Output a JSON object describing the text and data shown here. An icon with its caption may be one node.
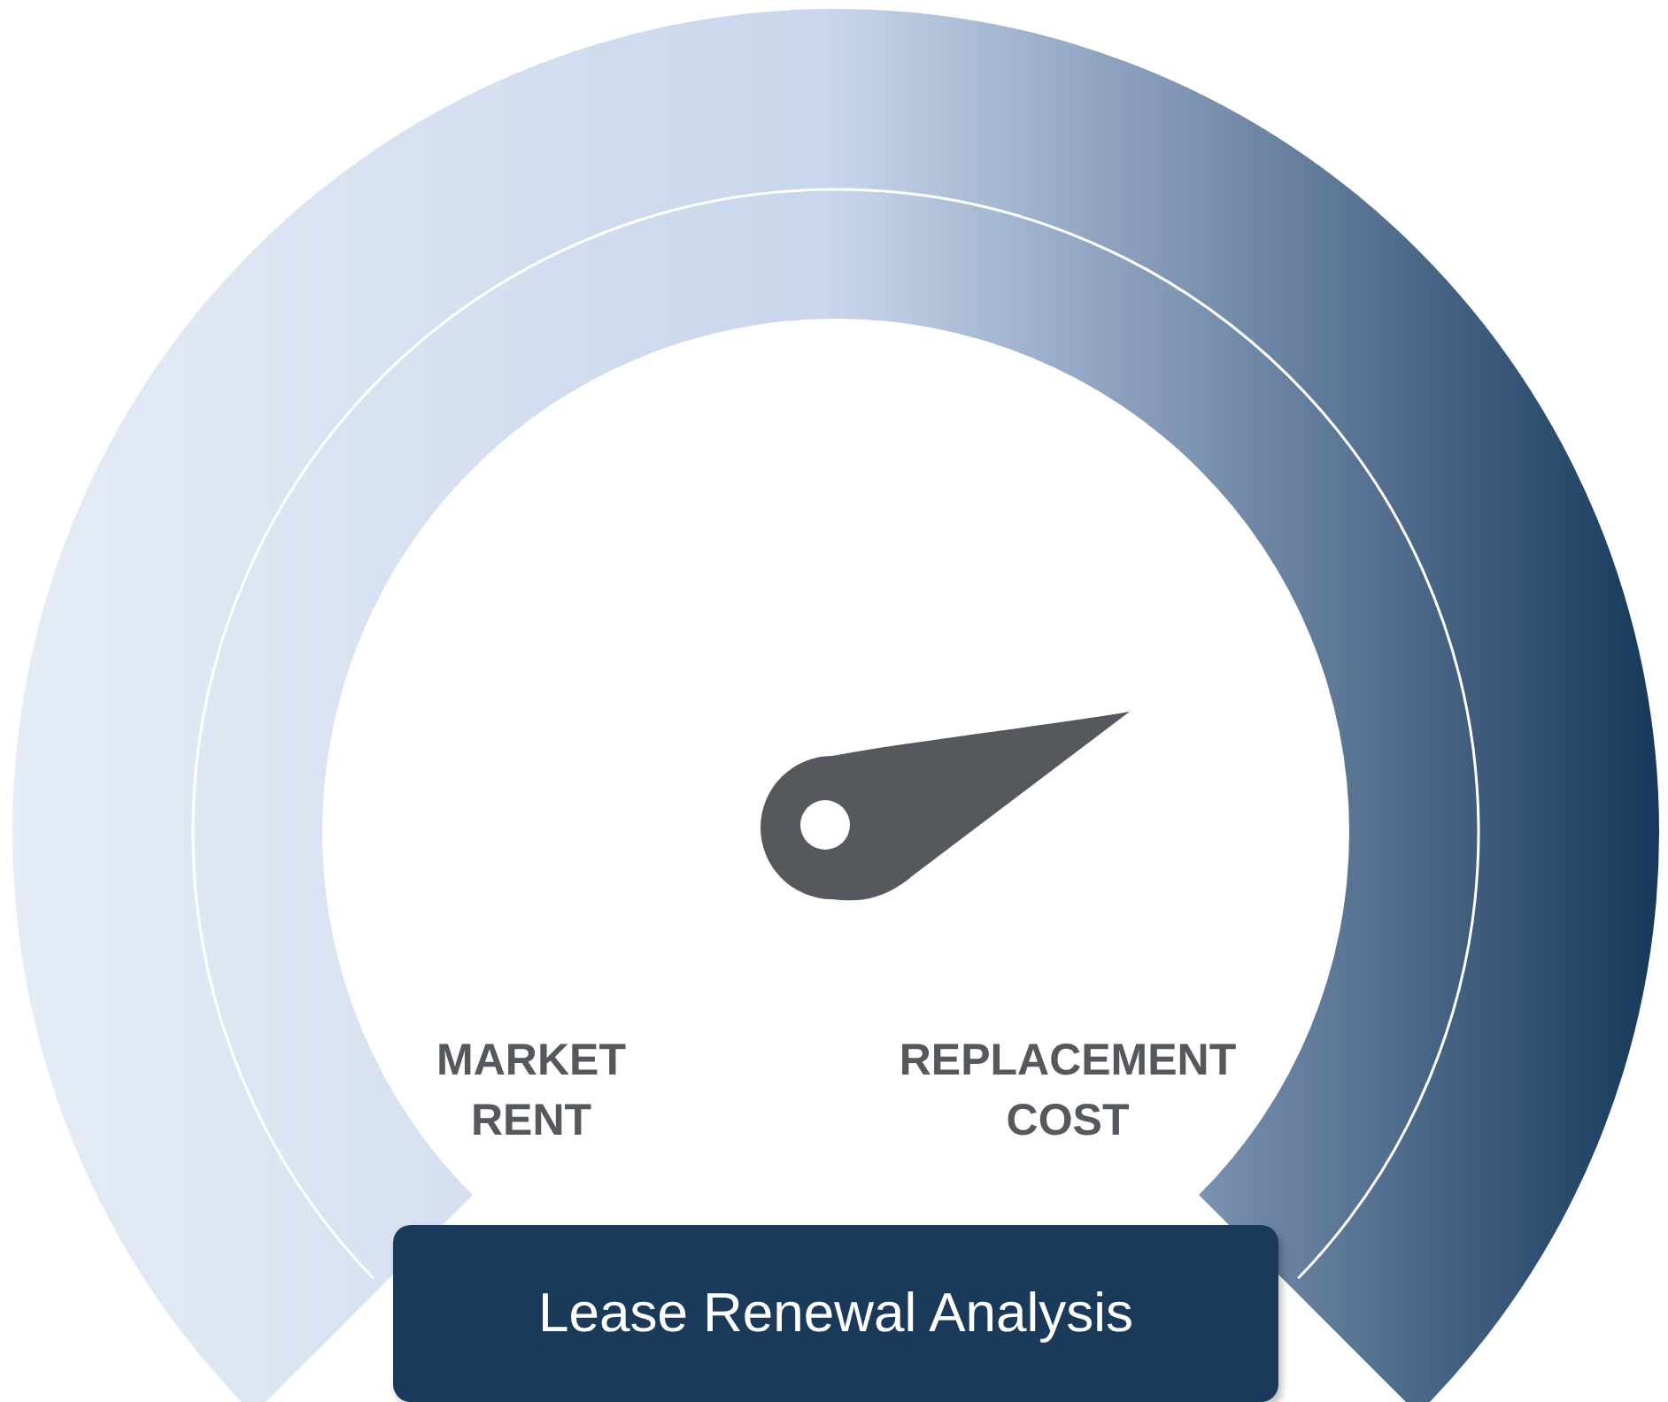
{
  "diagram": {
    "nodes": [
      {
        "text": [
          "Lease Renewal Analysis"
        ]
      }
    ],
    "edges": [],
    "labels": [
      "MARKET RENT",
      "REPLACEMENT COST"
    ]
  }
}
